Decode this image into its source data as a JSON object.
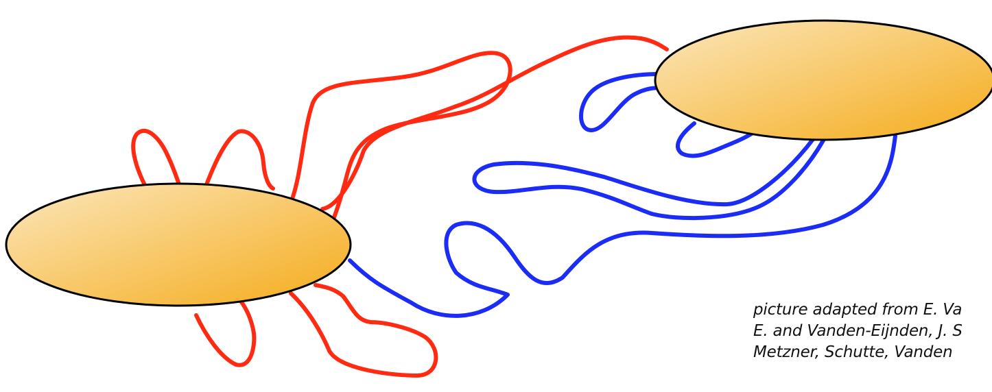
{
  "colors": {
    "red_path": "#ff2a12",
    "blue_path": "#1a2cf5",
    "ellipse_light": "#fbe7bd",
    "ellipse_dark": "#f5ab1a",
    "ellipse_stroke": "#000000"
  },
  "caption": {
    "line1": "picture adapted from E. Va",
    "line2": "E. and Vanden-Eijnden, J. S",
    "line3": "Metzner,  Schutte, Vanden"
  }
}
